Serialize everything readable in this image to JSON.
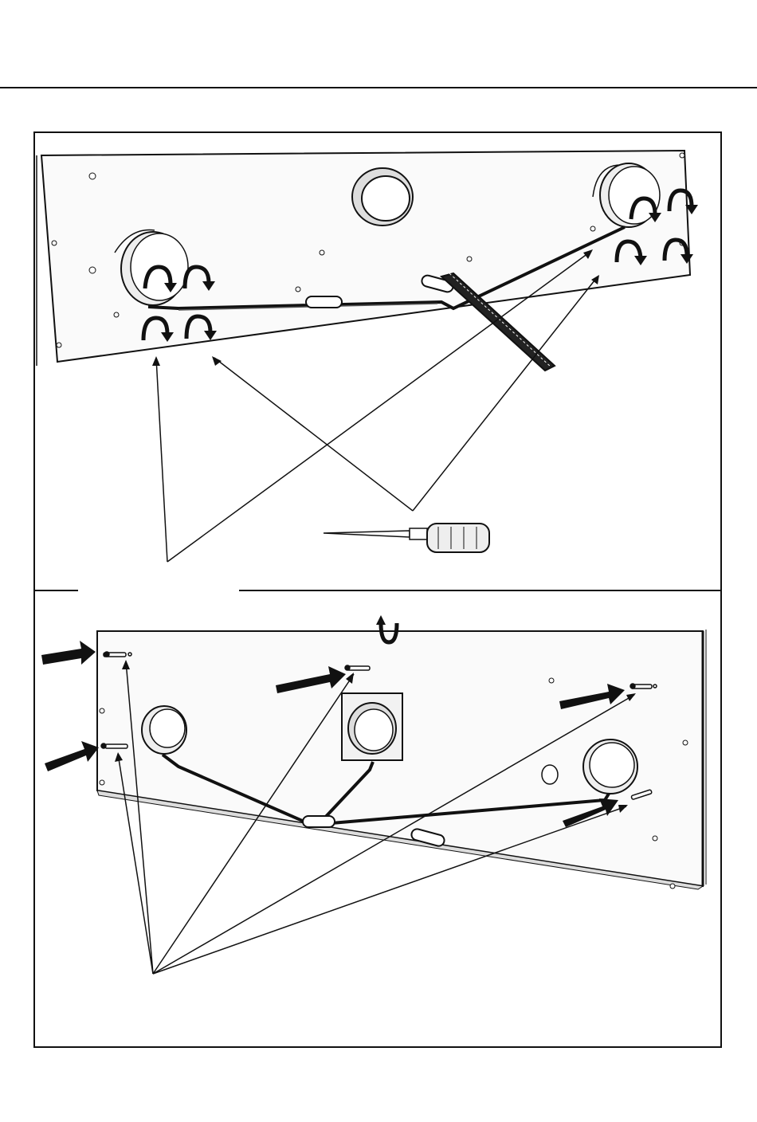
{
  "document": {
    "header_rule": true
  },
  "figure": {
    "panels": [
      {
        "id": "top",
        "step_label": "",
        "tool": "screwdriver",
        "icons": [
          "curved-rotation-arrow-icon",
          "pointer-arrow-icon",
          "screwdriver-icon",
          "latch-bar-icon"
        ]
      },
      {
        "id": "bottom",
        "step_label": "",
        "tool": "screws",
        "icons": [
          "push-arrow-icon",
          "screw-icon",
          "pointer-arrow-icon",
          "curved-rotation-arrow-icon"
        ]
      }
    ]
  },
  "colors": {
    "ink": "#111111",
    "panel_fill": "#f4f4f4",
    "background": "#ffffff"
  }
}
